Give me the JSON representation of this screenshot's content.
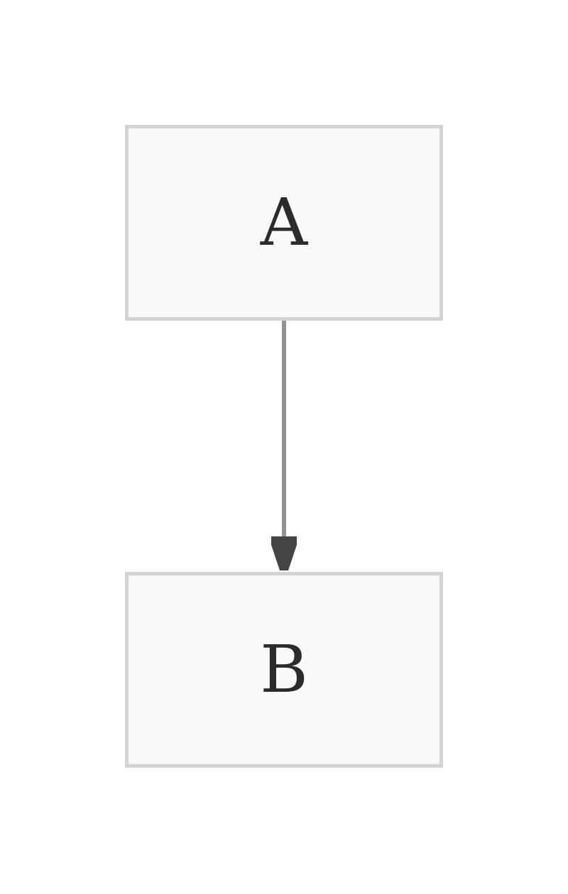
{
  "diagram": {
    "type": "flowchart",
    "nodes": [
      {
        "id": "A",
        "label": "A"
      },
      {
        "id": "B",
        "label": "B"
      }
    ],
    "edges": [
      {
        "from": "A",
        "to": "B"
      }
    ],
    "colors": {
      "node_fill": "#f9f9f9",
      "node_border": "#d3d3d3",
      "edge_line": "#939393",
      "arrow_head": "#444444",
      "label_text": "#2b2b2b"
    }
  }
}
